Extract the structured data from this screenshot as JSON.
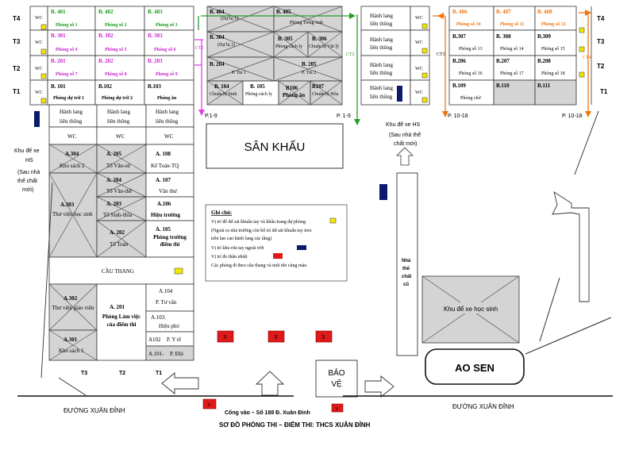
{
  "floors_left": [
    "T4",
    "T3",
    "T2",
    "T1"
  ],
  "floors_right": [
    "T4",
    "T3",
    "T2",
    "T1"
  ],
  "block_a_cols": [
    "T3",
    "T2",
    "T1"
  ],
  "rooms_b_left": [
    {
      "code": "B. 401",
      "name": "Phòng số 1"
    },
    {
      "code": "B. 402",
      "name": "Phòng số 2"
    },
    {
      "code": "B. 403",
      "name": "Phòng số 3"
    },
    {
      "code": "B. 301",
      "name": "Phòng số 4"
    },
    {
      "code": "B. 302",
      "name": "Phòng số 5"
    },
    {
      "code": "B. 303",
      "name": "Phòng số 6"
    },
    {
      "code": "B. 201",
      "name": "Phòng số 7"
    },
    {
      "code": "B. 202",
      "name": "Phòng số 8"
    },
    {
      "code": "B. 203",
      "name": "Phòng số 9"
    },
    {
      "code": "B. 101",
      "name": "Phòng dự trữ 1"
    },
    {
      "code": "B.102",
      "name": "Phòng dự trữ 2"
    },
    {
      "code": "B.103",
      "name": "Phòng ăn"
    }
  ],
  "rooms_b_mid": [
    {
      "code": "B. 404",
      "name": "(Dự bị 1)"
    },
    {
      "code": "B. 405",
      "name": "Phòng Tiếng Anh"
    },
    {
      "code": "B. 304",
      "name": "(Dự bị 2)"
    },
    {
      "code": "B. 305",
      "name": "Phòng cách ly"
    },
    {
      "code": "B. 306",
      "name": "Chuẩn bị Vật lý"
    },
    {
      "code": "B. 204",
      "name": ""
    },
    {
      "code": "B. 205",
      "name": "P. Tin 2"
    },
    {
      "code": "",
      "name": "P. Tin 1"
    },
    {
      "code": "B. 104",
      "name": "Chuẩn bị Sinh"
    },
    {
      "code": "B. 105",
      "name": "Phòng cách ly"
    },
    {
      "code": "B106",
      "name": "Phòng ăn"
    },
    {
      "code": "B107",
      "name": "Chuẩn bị Hóa"
    }
  ],
  "rooms_b_right": [
    {
      "code": "B. 406",
      "name": "Phòng số 10"
    },
    {
      "code": "B. 407",
      "name": "Phòng số 11"
    },
    {
      "code": "B. 408",
      "name": "Phòng số 12"
    },
    {
      "code": "B.307",
      "name": "Phòng số 13"
    },
    {
      "code": "B. 308",
      "name": "Phòng số 14"
    },
    {
      "code": "B.309",
      "name": "Phòng số 15"
    },
    {
      "code": "B.206",
      "name": "Phòng số 16"
    },
    {
      "code": "B.207",
      "name": "Phòng số 17"
    },
    {
      "code": "B.208",
      "name": "Phòng số 18"
    },
    {
      "code": "B.109",
      "name": "Phòng chờ"
    },
    {
      "code": "B.110",
      "name": ""
    },
    {
      "code": "B.111",
      "name": ""
    }
  ],
  "wc": "WC",
  "hanh_lang": [
    "Hành lang",
    "liên thông"
  ],
  "hanh_lang_lien_thong": "Hành lang liên thông",
  "stair_labels": {
    "ct1": "CT1",
    "ct2": "CT2",
    "ct3": "CT3",
    "ct4": "CT4"
  },
  "path_labels": {
    "p1": "P.1-9",
    "p2": "P. 1-9",
    "p3": "P. 10-18",
    "p4": "P. 10-18"
  },
  "stage": "SÂN KHẤU",
  "bike_hs_right": [
    "Khu để xe HS",
    "(Sau nhà thể",
    "chất mới)"
  ],
  "bike_hs_left": [
    "Khu để xe",
    "HS",
    "(Sau nhà",
    "thể chất",
    "mới)"
  ],
  "block_a_rooms": {
    "a304": {
      "code": "A.304",
      "name": "Kho sách 2"
    },
    "a303": {
      "code": "A.303",
      "name": "Thư viện học sinh"
    },
    "a205": {
      "code": "A.   205",
      "name": "Tổ  Văn-sử"
    },
    "a204": {
      "code": "A.  204",
      "name": "Tổ Văn-thể"
    },
    "a203": {
      "code": "A.  203",
      "name": "Tổ  Sinh-Hóa"
    },
    "a202": {
      "code": "A.  202",
      "name": "Tổ Toán"
    },
    "a108": {
      "code": "A.  108",
      "name": "Kế Toán-TQ"
    },
    "a107": {
      "code": "A.  107",
      "name": "Văn thư"
    },
    "a106": {
      "code": "A.106",
      "name": "Hiệu trưởng"
    },
    "a105": {
      "code": "A.  105",
      "name": "Phòng trường điểm thi"
    },
    "a302": {
      "code": "A.302",
      "name": "Thư viện giáo viên"
    },
    "a301": {
      "code": "A.301",
      "name": "Kho sách 1"
    },
    "a201": {
      "code": "A.   201",
      "name": "Phòng Làm việc của điểm thi"
    },
    "a104": {
      "code": "A.104",
      "name": "P. Tư vấn"
    },
    "a103": {
      "code": "A.103.",
      "name": "Hiệu phó"
    },
    "a102": {
      "code": "A102",
      "name": "P. Y tế"
    },
    "a101": {
      "code": "A.101-",
      "name": "P. Đội"
    }
  },
  "cau_thang": "CẦU THANG",
  "legend": {
    "title": "Ghi chú:",
    "l1": "Vị trí để dd sát khuẩn tay và khẩu trang dự phòng",
    "l2": "(Ngoài ra nhà trường còn bố trí dd sát khuẩn tay treo",
    "l3": "trên lan can hành lang các tầng)",
    "l4": "Vị trí khu rửa tay ngoài trời",
    "l5": "Vị trí đo thân nhiệt",
    "l6": "Các phòng đi theo cầu thang và mũi tên cùng màu"
  },
  "gym": [
    "Nhà",
    "thể",
    "chất",
    "cũ"
  ],
  "bike_students": "Khu để xe học sinh",
  "ao_sen": "AO SEN",
  "bao_ve": [
    "BẢO",
    "VỆ"
  ],
  "temp_mark": "X",
  "road_left": "ĐƯỜNG XUÂN ĐỈNH",
  "road_right": "ĐƯỜNG XUÂN ĐỈNH",
  "gate": "Cổng vào – Số 188 Đ. Xuân Đỉnh",
  "title": "SƠ ĐỒ PHÒNG THI – ĐIỂM THI: THCS XUÂN ĐỈNH",
  "colors": {
    "green": "#1a9a1a",
    "magenta": "#d020d0",
    "orange": "#ee7711",
    "sanitizer": "#f2e600",
    "wash": "#0a1a6e",
    "temp": "#e01a1a"
  }
}
